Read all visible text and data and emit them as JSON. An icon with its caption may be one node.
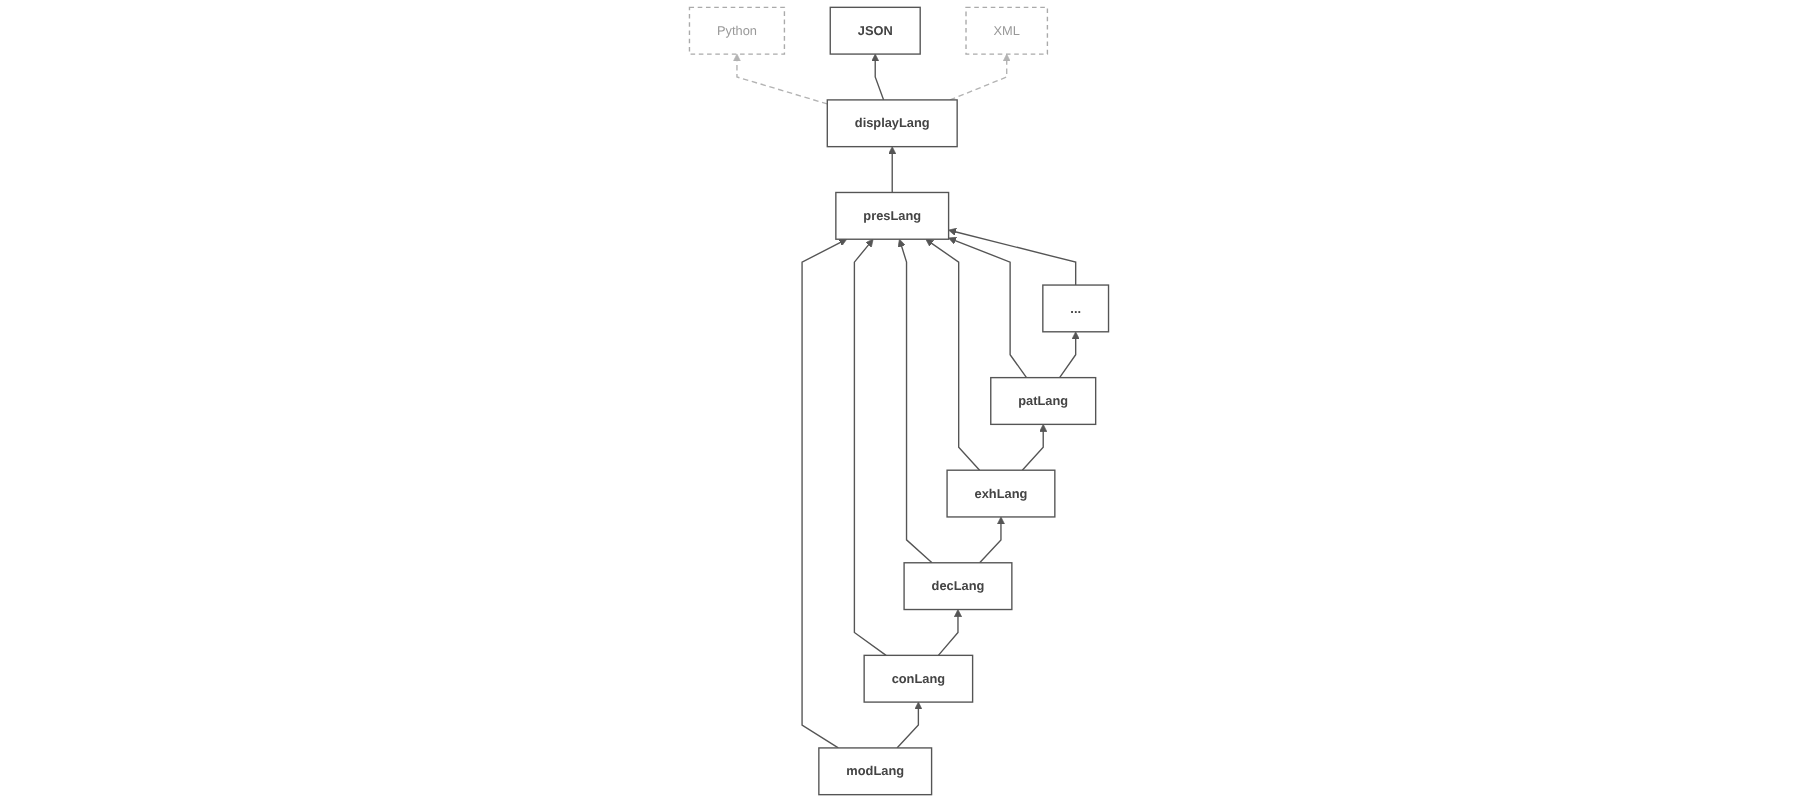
{
  "diagram": {
    "nodes": [
      {
        "text": [
          "Python"
        ]
      },
      {
        "text": [
          "JSON"
        ]
      },
      {
        "text": [
          "XML"
        ]
      },
      {
        "text": [
          "displayLang"
        ]
      },
      {
        "text": [
          "presLang"
        ]
      },
      {
        "text": [
          "modLang"
        ]
      },
      {
        "text": [
          "conLang"
        ]
      },
      {
        "text": [
          "decLang"
        ]
      },
      {
        "text": [
          "exhLang"
        ]
      },
      {
        "text": [
          "patLang"
        ]
      },
      {
        "text": [
          "..."
        ]
      }
    ],
    "edges": [
      {
        "from": 3,
        "to": 0,
        "arrow": "to",
        "style": "dashed",
        "color": "#b3b3b3"
      },
      {
        "from": 3,
        "to": 1,
        "arrow": "to"
      },
      {
        "from": 3,
        "to": 2,
        "arrow": "to",
        "style": "dashed",
        "color": "#b3b3b3"
      },
      {
        "from": 4,
        "to": 3,
        "arrow": "to"
      },
      {
        "from": 5,
        "to": 4,
        "arrow": "to"
      },
      {
        "from": 6,
        "to": 4,
        "arrow": "to"
      },
      {
        "from": 7,
        "to": 4,
        "arrow": "to"
      },
      {
        "from": 8,
        "to": 4,
        "arrow": "to"
      },
      {
        "from": 9,
        "to": 4,
        "arrow": "to"
      },
      {
        "from": 10,
        "to": 4,
        "arrow": "to"
      },
      {
        "from": 5,
        "to": 6,
        "arrow": "to"
      },
      {
        "from": 6,
        "to": 7,
        "arrow": "to"
      },
      {
        "from": 7,
        "to": 8,
        "arrow": "to"
      },
      {
        "from": 8,
        "to": 9,
        "arrow": "to"
      },
      {
        "from": 9,
        "to": 10,
        "arrow": "to"
      }
    ]
  }
}
